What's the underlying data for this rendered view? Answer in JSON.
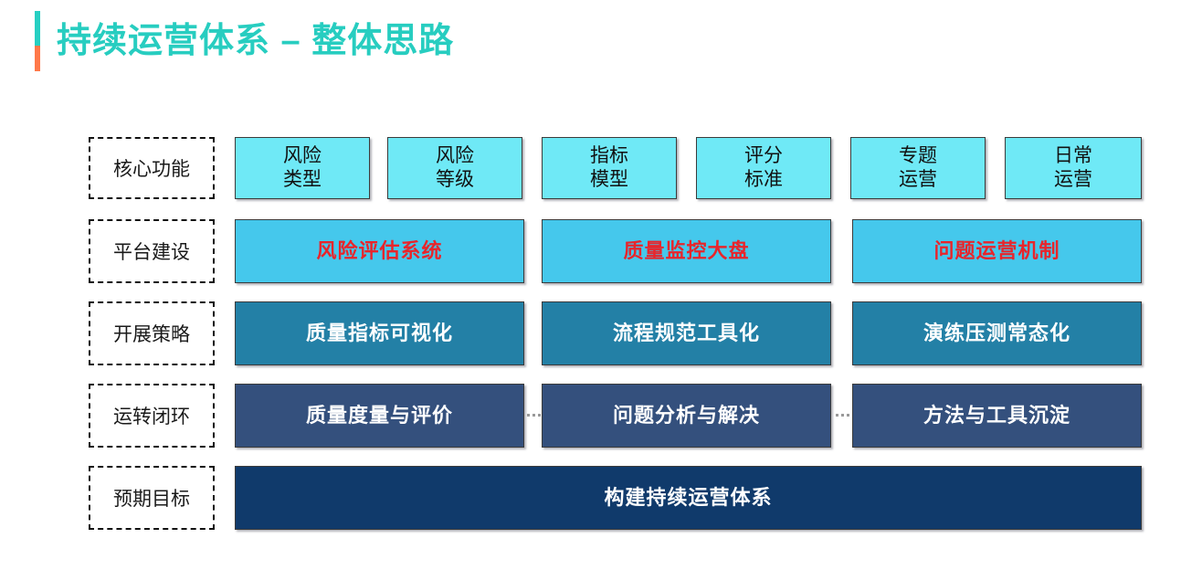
{
  "slide": {
    "title": "持续运营体系 – 整体思路",
    "accent_top_color": "#26CFC2",
    "accent_bottom_color": "#FF7849",
    "title_color": "#27CDC0",
    "background_color": "#FFFFFF"
  },
  "rows": [
    {
      "label": "核心功能",
      "fill_color": "#6FE9F6",
      "text_color": "#111111",
      "cards": [
        {
          "text": "风险\n类型"
        },
        {
          "text": "风险\n等级"
        },
        {
          "text": "指标\n模型"
        },
        {
          "text": "评分\n标准"
        },
        {
          "text": "专题\n运营"
        },
        {
          "text": "日常\n运营"
        }
      ]
    },
    {
      "label": "平台建设",
      "fill_color": "#45C8EC",
      "text_color": "#E8252B",
      "cards": [
        {
          "text": "风险评估系统"
        },
        {
          "text": "质量监控大盘"
        },
        {
          "text": "问题运营机制"
        }
      ]
    },
    {
      "label": "开展策略",
      "fill_color": "#2380A6",
      "text_color": "#FFFFFF",
      "cards": [
        {
          "text": "质量指标可视化"
        },
        {
          "text": "流程规范工具化"
        },
        {
          "text": "演练压测常态化"
        }
      ]
    },
    {
      "label": "运转闭环",
      "fill_color": "#34507D",
      "text_color": "#FFFFFF",
      "arrows_between": true,
      "cards": [
        {
          "text": "质量度量与评价"
        },
        {
          "text": "问题分析与解决"
        },
        {
          "text": "方法与工具沉淀"
        }
      ]
    },
    {
      "label": "预期目标",
      "fill_color": "#103A6B",
      "text_color": "#FFFFFF",
      "cards": [
        {
          "text": "构建持续运营体系"
        }
      ]
    }
  ]
}
